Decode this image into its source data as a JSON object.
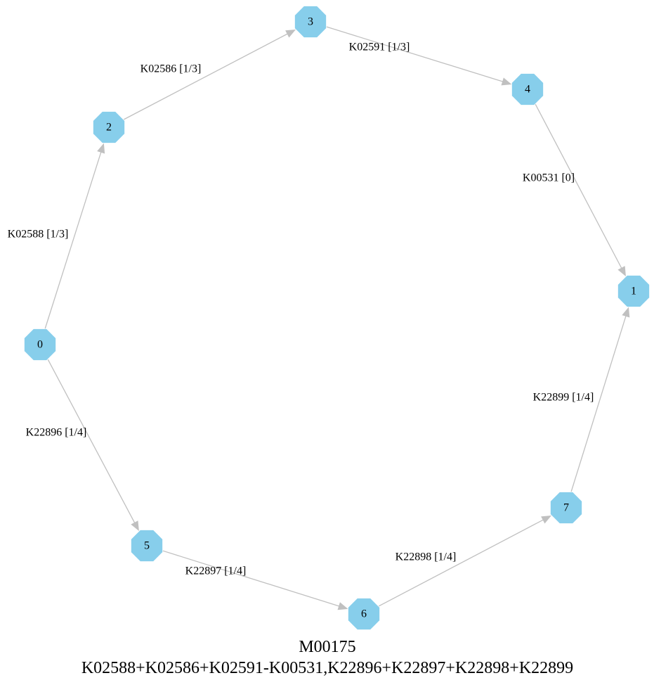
{
  "graph": {
    "nodes": [
      {
        "id": "0",
        "label": "0"
      },
      {
        "id": "1",
        "label": "1"
      },
      {
        "id": "2",
        "label": "2"
      },
      {
        "id": "3",
        "label": "3"
      },
      {
        "id": "4",
        "label": "4"
      },
      {
        "id": "5",
        "label": "5"
      },
      {
        "id": "6",
        "label": "6"
      },
      {
        "id": "7",
        "label": "7"
      }
    ],
    "edges": [
      {
        "from": "0",
        "to": "2",
        "label": "K02588 [1/3]"
      },
      {
        "from": "2",
        "to": "3",
        "label": "K02586 [1/3]"
      },
      {
        "from": "3",
        "to": "4",
        "label": "K02591 [1/3]"
      },
      {
        "from": "4",
        "to": "1",
        "label": "K00531 [0]"
      },
      {
        "from": "0",
        "to": "5",
        "label": "K22896 [1/4]"
      },
      {
        "from": "5",
        "to": "6",
        "label": "K22897 [1/4]"
      },
      {
        "from": "6",
        "to": "7",
        "label": "K22898 [1/4]"
      },
      {
        "from": "7",
        "to": "1",
        "label": "K22899 [1/4]"
      }
    ],
    "colors": {
      "node_fill": "#87ceeb",
      "edge": "#c0c0c0"
    }
  },
  "caption": {
    "title": "M00175",
    "definition": "K02588+K02586+K02591-K00531,K22896+K22897+K22898+K22899"
  }
}
